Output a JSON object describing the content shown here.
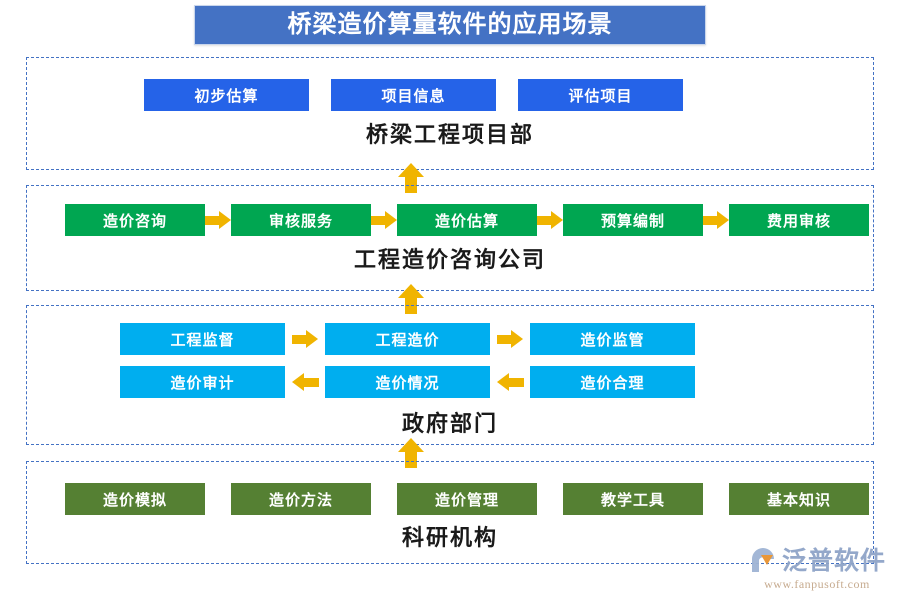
{
  "title": {
    "text": "桥梁造价算量软件的应用场景",
    "bg_color": "#4472c4",
    "text_color": "#ffffff"
  },
  "sections": [
    {
      "id": "section-1",
      "label": "桥梁工程项目部",
      "node_color": "#2563e8",
      "rows": [
        {
          "arrows": "none",
          "nodes": [
            {
              "label": "初步估算"
            },
            {
              "label": "项目信息"
            },
            {
              "label": "评估项目"
            }
          ]
        }
      ]
    },
    {
      "id": "section-2",
      "label": "工程造价咨询公司",
      "node_color": "#00a651",
      "rows": [
        {
          "arrows": "right",
          "nodes": [
            {
              "label": "造价咨询"
            },
            {
              "label": "审核服务"
            },
            {
              "label": "造价估算"
            },
            {
              "label": "预算编制"
            },
            {
              "label": "费用审核"
            }
          ]
        }
      ]
    },
    {
      "id": "section-3",
      "label": "政府部门",
      "node_color": "#00aeef",
      "rows": [
        {
          "arrows": "right",
          "nodes": [
            {
              "label": "工程监督"
            },
            {
              "label": "工程造价"
            },
            {
              "label": "造价监管"
            }
          ]
        },
        {
          "arrows": "left",
          "nodes": [
            {
              "label": "造价审计"
            },
            {
              "label": "造价情况"
            },
            {
              "label": "造价合理"
            }
          ]
        }
      ]
    },
    {
      "id": "section-4",
      "label": "科研机构",
      "node_color": "#558033",
      "rows": [
        {
          "arrows": "none",
          "nodes": [
            {
              "label": "造价模拟"
            },
            {
              "label": "造价方法"
            },
            {
              "label": "造价管理"
            },
            {
              "label": "教学工具"
            },
            {
              "label": "基本知识"
            }
          ]
        }
      ]
    }
  ],
  "connectors": {
    "color": "#f0b400",
    "vertical_direction": "up",
    "count": 3
  },
  "watermark": {
    "brand": "泛普软件",
    "url": "www.fanpusoft.com",
    "brand_color": "#8fa4c8",
    "url_color": "#c4a78a"
  }
}
